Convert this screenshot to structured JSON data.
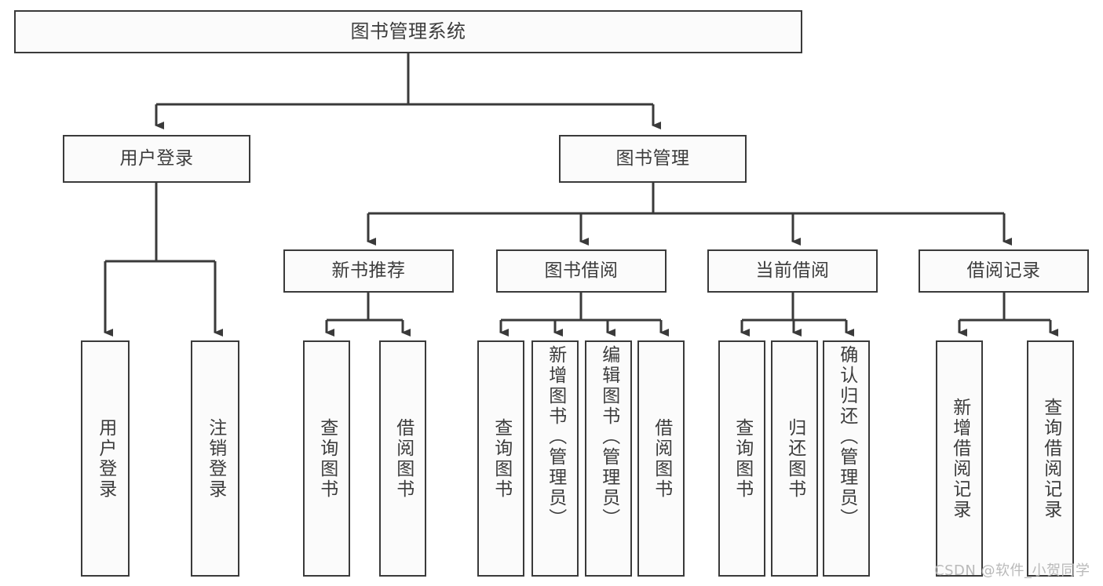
{
  "diagram": {
    "title": "图书管理系统",
    "type": "tree",
    "theme": {
      "box_fill": "#fbfbfb",
      "box_stroke": "#3a3a3a",
      "text_color": "#3c3c3c",
      "wire_color": "#3a3a3a",
      "background": "#ffffff",
      "watermark_color": "#b9b9b9"
    },
    "nodes": {
      "root": {
        "label": "图书管理系统"
      },
      "level2": [
        {
          "id": "user-login",
          "label": "用户登录"
        },
        {
          "id": "book-management",
          "label": "图书管理"
        }
      ],
      "level3": [
        {
          "id": "new-book-recommend",
          "label": "新书推荐"
        },
        {
          "id": "book-borrow",
          "label": "图书借阅"
        },
        {
          "id": "current-borrow",
          "label": "当前借阅"
        },
        {
          "id": "borrow-record",
          "label": "借阅记录"
        }
      ],
      "leaves": {
        "user_login": [
          {
            "id": "leaf-user-login",
            "label": "用户登录"
          },
          {
            "id": "leaf-logout-login",
            "label": "注销登录"
          }
        ],
        "new_book_recommend": [
          {
            "id": "leaf-query-book-1",
            "label": "查询图书"
          },
          {
            "id": "leaf-borrow-book-1",
            "label": "借阅图书"
          }
        ],
        "book_borrow": [
          {
            "id": "leaf-query-book-2",
            "label": "查询图书"
          },
          {
            "id": "leaf-add-book",
            "label": "新增图书（管理员）"
          },
          {
            "id": "leaf-edit-book",
            "label": "编辑图书（管理员）"
          },
          {
            "id": "leaf-borrow-book-2",
            "label": "借阅图书"
          }
        ],
        "current_borrow": [
          {
            "id": "leaf-query-book-3",
            "label": "查询图书"
          },
          {
            "id": "leaf-return-book",
            "label": "归还图书"
          },
          {
            "id": "leaf-confirm-return",
            "label": "确认归还（管理员）"
          }
        ],
        "borrow_record": [
          {
            "id": "leaf-add-record",
            "label": "新增借阅记录"
          },
          {
            "id": "leaf-query-record",
            "label": "查询借阅记录"
          }
        ]
      }
    },
    "watermark": "CSDN @软件_小贺同学"
  }
}
